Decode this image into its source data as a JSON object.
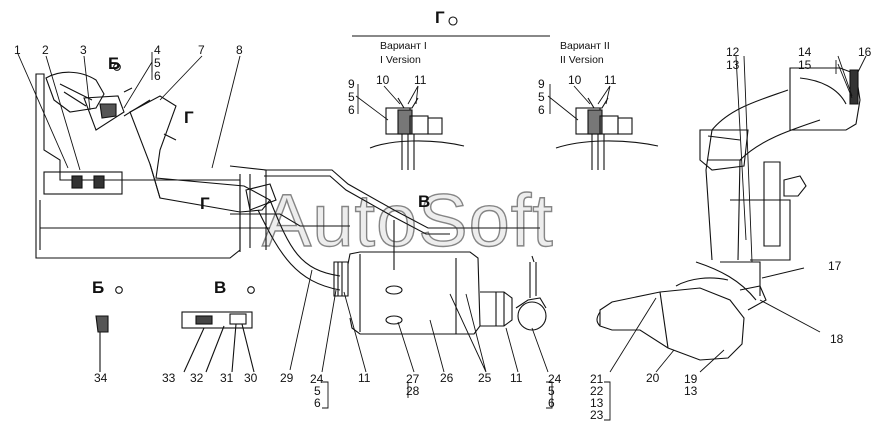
{
  "sections": {
    "G": "Г",
    "B": "Б",
    "V": "В"
  },
  "variants": {
    "v1_ru": "Вариант I",
    "v1_en": "I Version",
    "v2_ru": "Вариант II",
    "v2_en": "II Version"
  },
  "watermark": "AutoSoft",
  "callouts": {
    "n1": "1",
    "n2": "2",
    "n3": "3",
    "n4": "4",
    "n5": "5",
    "n6": "6",
    "n7": "7",
    "n8": "8",
    "n9a": "9",
    "n5a": "5",
    "n6a": "6",
    "n10a": "10",
    "n11a": "11",
    "n9b": "9",
    "n5b": "5",
    "n6b": "6",
    "n10b": "10",
    "n11b": "11",
    "n12": "12",
    "n13a": "13",
    "n14": "14",
    "n15": "15",
    "n16": "16",
    "n17": "17",
    "n18": "18",
    "n34": "34",
    "n33": "33",
    "n32": "32",
    "n31": "31",
    "n30": "30",
    "n29": "29",
    "n24a": "24",
    "n5c": "5",
    "n6c": "6",
    "n11c": "11",
    "n27": "27",
    "n28": "28",
    "n26": "26",
    "n25": "25",
    "n11d": "11",
    "n24b": "24",
    "n5d": "5",
    "n6d": "6",
    "n21": "21",
    "n22": "22",
    "n13b": "13",
    "n23": "23",
    "n20": "20",
    "n19": "19",
    "n13c": "13"
  }
}
